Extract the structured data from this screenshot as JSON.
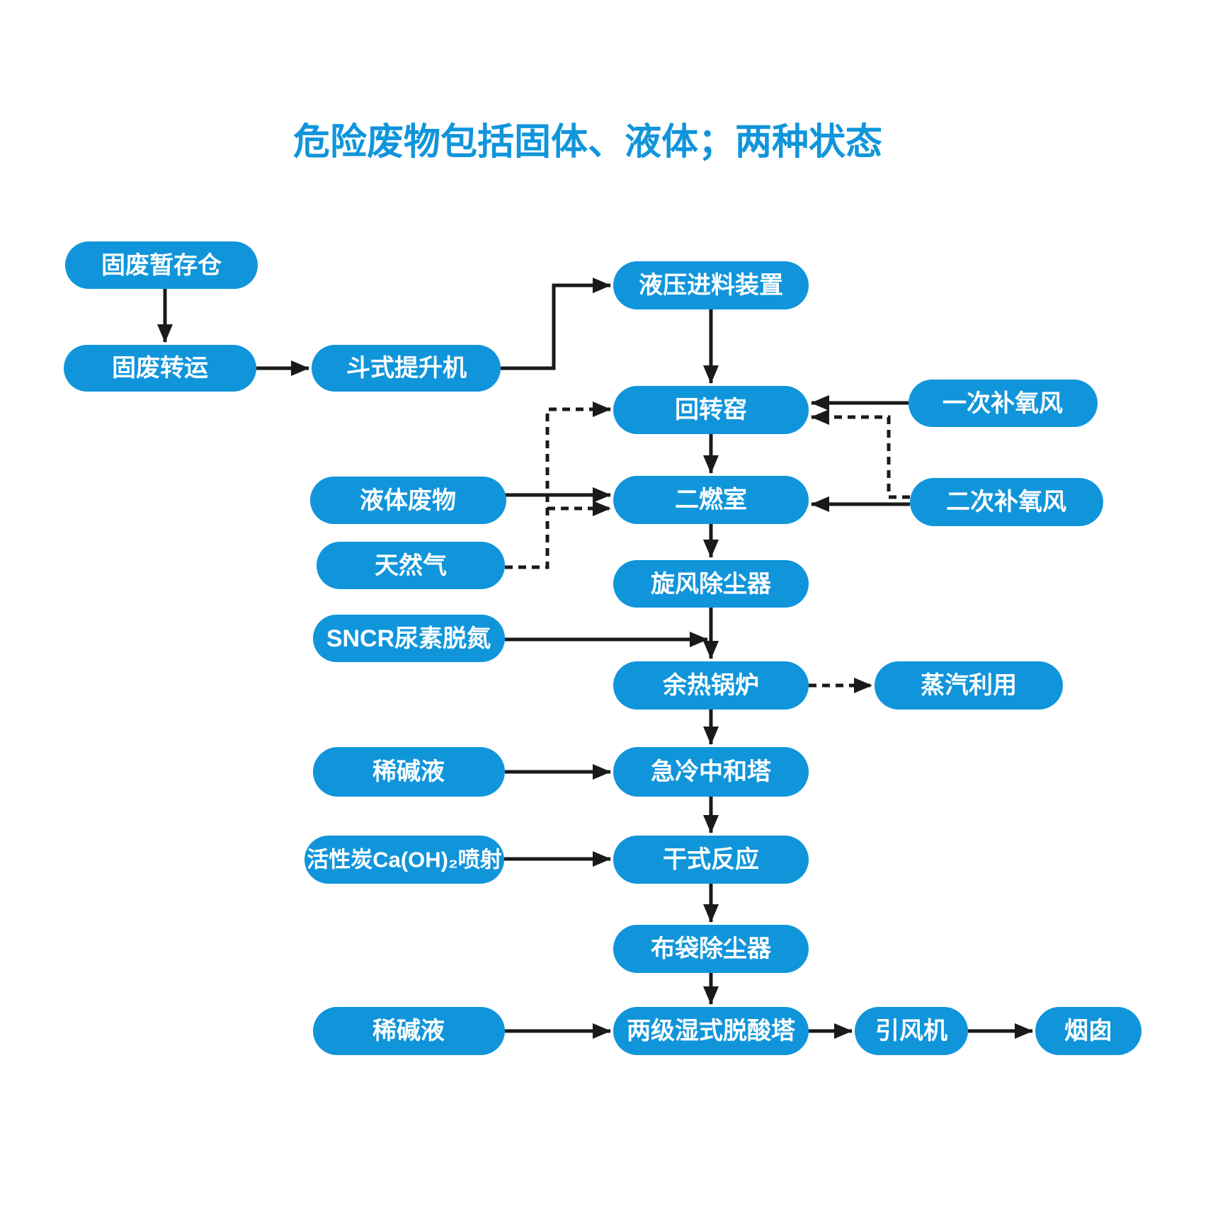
{
  "title": "危险废物包括固体、液体；两种状态",
  "colors": {
    "node_fill": "#1095DB",
    "node_text": "#ffffff",
    "title_color": "#1095DB",
    "edge_color": "#1a1a1a"
  },
  "nodes": [
    {
      "id": "solid-waste-storage",
      "label": "固废暂存仓"
    },
    {
      "id": "solid-waste-transfer",
      "label": "固废转运"
    },
    {
      "id": "bucket-elevator",
      "label": "斗式提升机"
    },
    {
      "id": "hydraulic-feeder",
      "label": "液压进料装置"
    },
    {
      "id": "rotary-kiln",
      "label": "回转窑"
    },
    {
      "id": "primary-oxygen-air",
      "label": "一次补氧风"
    },
    {
      "id": "liquid-waste",
      "label": "液体废物"
    },
    {
      "id": "secondary-combustion",
      "label": "二燃室"
    },
    {
      "id": "secondary-oxygen-air",
      "label": "二次补氧风"
    },
    {
      "id": "natural-gas",
      "label": "天然气"
    },
    {
      "id": "cyclone-dust-collector",
      "label": "旋风除尘器"
    },
    {
      "id": "sncr-urea-denitration",
      "label": "SNCR尿素脱氮"
    },
    {
      "id": "waste-heat-boiler",
      "label": "余热锅炉"
    },
    {
      "id": "steam-utilization",
      "label": "蒸汽利用"
    },
    {
      "id": "dilute-alkali-1",
      "label": "稀碱液"
    },
    {
      "id": "quench-neutralization",
      "label": "急冷中和塔"
    },
    {
      "id": "activated-carbon-injection",
      "label": "活性炭Ca(OH)₂喷射"
    },
    {
      "id": "dry-reaction",
      "label": "干式反应"
    },
    {
      "id": "bag-filter",
      "label": "布袋除尘器"
    },
    {
      "id": "dilute-alkali-2",
      "label": "稀碱液"
    },
    {
      "id": "two-stage-wet-deacid",
      "label": "两级湿式脱酸塔"
    },
    {
      "id": "induced-draft-fan",
      "label": "引风机"
    },
    {
      "id": "chimney",
      "label": "烟囱"
    }
  ],
  "edges": [
    {
      "from": "固废暂存仓",
      "to": "固废转运",
      "style": "solid"
    },
    {
      "from": "固废转运",
      "to": "斗式提升机",
      "style": "solid"
    },
    {
      "from": "斗式提升机",
      "to": "液压进料装置",
      "style": "solid"
    },
    {
      "from": "液压进料装置",
      "to": "回转窑",
      "style": "solid"
    },
    {
      "from": "一次补氧风",
      "to": "回转窑",
      "style": "solid"
    },
    {
      "from": "二次补氧风",
      "to": "回转窑",
      "style": "dashed"
    },
    {
      "from": "回转窑",
      "to": "二燃室",
      "style": "solid"
    },
    {
      "from": "液体废物",
      "to": "二燃室",
      "style": "solid"
    },
    {
      "from": "二次补氧风",
      "to": "二燃室",
      "style": "solid"
    },
    {
      "from": "天然气",
      "to": "回转窑",
      "style": "dashed"
    },
    {
      "from": "天然气",
      "to": "二燃室",
      "style": "dashed"
    },
    {
      "from": "二燃室",
      "to": "旋风除尘器",
      "style": "solid"
    },
    {
      "from": "旋风除尘器",
      "to": "余热锅炉",
      "style": "solid"
    },
    {
      "from": "SNCR尿素脱氮",
      "to": "余热锅炉",
      "style": "solid"
    },
    {
      "from": "余热锅炉",
      "to": "蒸汽利用",
      "style": "dashed"
    },
    {
      "from": "余热锅炉",
      "to": "急冷中和塔",
      "style": "solid"
    },
    {
      "from": "稀碱液",
      "to": "急冷中和塔",
      "style": "solid"
    },
    {
      "from": "急冷中和塔",
      "to": "干式反应",
      "style": "solid"
    },
    {
      "from": "活性炭Ca(OH)₂喷射",
      "to": "干式反应",
      "style": "solid"
    },
    {
      "from": "干式反应",
      "to": "布袋除尘器",
      "style": "solid"
    },
    {
      "from": "布袋除尘器",
      "to": "两级湿式脱酸塔",
      "style": "solid"
    },
    {
      "from": "稀碱液",
      "to": "两级湿式脱酸塔",
      "style": "solid"
    },
    {
      "from": "两级湿式脱酸塔",
      "to": "引风机",
      "style": "solid"
    },
    {
      "from": "引风机",
      "to": "烟囱",
      "style": "solid"
    }
  ]
}
